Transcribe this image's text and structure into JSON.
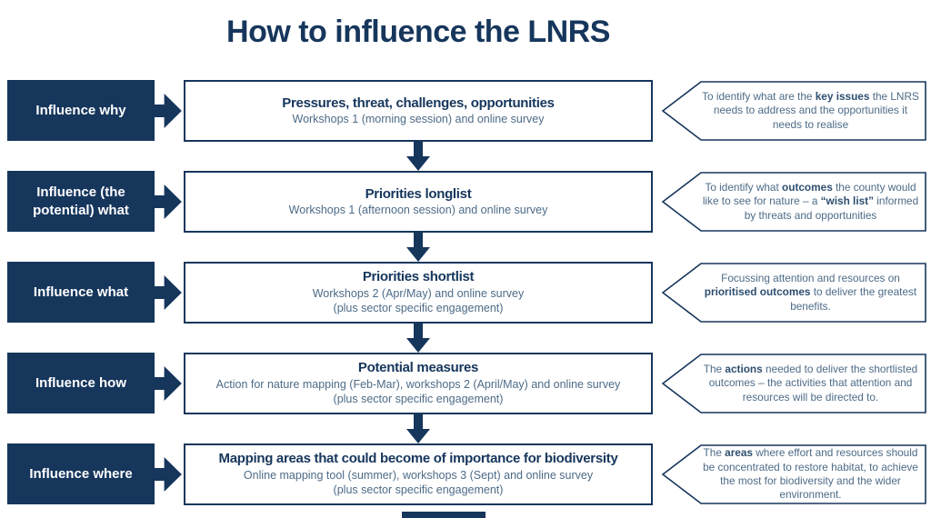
{
  "title": "How to influence the LNRS",
  "colors": {
    "navy": "#16365c",
    "text_secondary": "#4d6b87",
    "callout_bold_text": "#2e4f70",
    "background": "#ffffff"
  },
  "icons": {
    "right_arrow": "block-arrow-right",
    "down_arrow": "block-arrow-down"
  },
  "rows": [
    {
      "label": "Influence why",
      "box": {
        "title": "Pressures, threat, challenges, opportunities",
        "subtitle_lines": [
          "Workshops 1 (morning session) and online survey"
        ]
      },
      "callout_segments": [
        {
          "text": "To identify what are the ",
          "bold": false
        },
        {
          "text": "key issues",
          "bold": true
        },
        {
          "text": " the LNRS needs to address and the opportunities it needs to realise",
          "bold": false
        }
      ]
    },
    {
      "label": "Influence (the\npotential) what",
      "box": {
        "title": "Priorities longlist",
        "subtitle_lines": [
          "Workshops 1 (afternoon session) and online survey"
        ]
      },
      "callout_segments": [
        {
          "text": "To identify what ",
          "bold": false
        },
        {
          "text": "outcomes",
          "bold": true
        },
        {
          "text": " the county would like to see for nature – a ",
          "bold": false
        },
        {
          "text": "“wish list”",
          "bold": true
        },
        {
          "text": " informed by threats and opportunities",
          "bold": false
        }
      ]
    },
    {
      "label": "Influence what",
      "box": {
        "title": "Priorities shortlist",
        "subtitle_lines": [
          "Workshops 2 (Apr/May) and online survey",
          "(plus sector specific engagement)"
        ]
      },
      "callout_segments": [
        {
          "text": "Focussing attention and resources on ",
          "bold": false
        },
        {
          "text": "prioritised outcomes",
          "bold": true
        },
        {
          "text": " to deliver the greatest benefits.",
          "bold": false
        }
      ]
    },
    {
      "label": "Influence how",
      "box": {
        "title": "Potential measures",
        "subtitle_lines": [
          "Action for nature mapping (Feb-Mar), workshops 2 (April/May) and online survey",
          "(plus sector specific engagement)"
        ]
      },
      "callout_segments": [
        {
          "text": "The ",
          "bold": false
        },
        {
          "text": "actions",
          "bold": true
        },
        {
          "text": " needed to deliver the shortlisted outcomes – the activities that attention and resources will be directed to.",
          "bold": false
        }
      ]
    },
    {
      "label": "Influence where",
      "box": {
        "title": "Mapping areas that could become of importance for biodiversity",
        "subtitle_lines": [
          "Online mapping tool (summer), workshops 3 (Sept) and online survey",
          "(plus sector specific engagement)"
        ]
      },
      "callout_segments": [
        {
          "text": "The ",
          "bold": false
        },
        {
          "text": "areas",
          "bold": true
        },
        {
          "text": " where effort and resources should be concentrated to restore habitat, to achieve the most for biodiversity and the wider environment.",
          "bold": false
        }
      ]
    }
  ]
}
